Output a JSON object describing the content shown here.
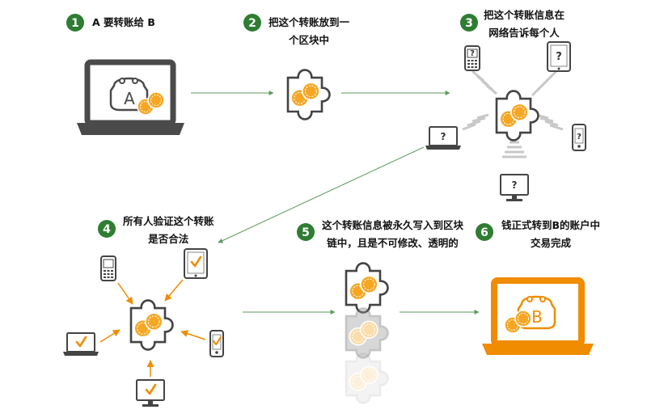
{
  "steps": [
    {
      "number": "1",
      "line1": "A 要转账给 B",
      "line2": ""
    },
    {
      "number": "2",
      "line1": "把这个转账放到一",
      "line2": "个区块中"
    },
    {
      "number": "3",
      "line1": "把这个转账信息在",
      "line2": "网络告诉每个人"
    },
    {
      "number": "4",
      "line1": "所有人验证这个转账",
      "line2": "是否合法"
    },
    {
      "number": "5",
      "line1": "这个转账信息被永久写入到区块",
      "line2": "链中，且是不可修改、透明的"
    },
    {
      "number": "6",
      "line1": "钱正式转到B的账户中",
      "line2": "交易完成"
    }
  ],
  "wallet_a_letter": "A",
  "wallet_b_letter": "B",
  "unknown_mark": "?",
  "colors": {
    "badge_green": "#2e7d32",
    "dark_gray": "#4a4a4a",
    "orange": "#f08c00",
    "coin": "#f5a623",
    "arrow_green": "#5c9a5c",
    "arrow_orange": "#f08c00"
  },
  "icons": [
    "wallet-icon",
    "puzzle-block-icon",
    "coin-icon",
    "laptop-icon",
    "phone-icon",
    "tablet-icon",
    "monitor-icon",
    "checkmark-icon",
    "arrow-icon"
  ]
}
